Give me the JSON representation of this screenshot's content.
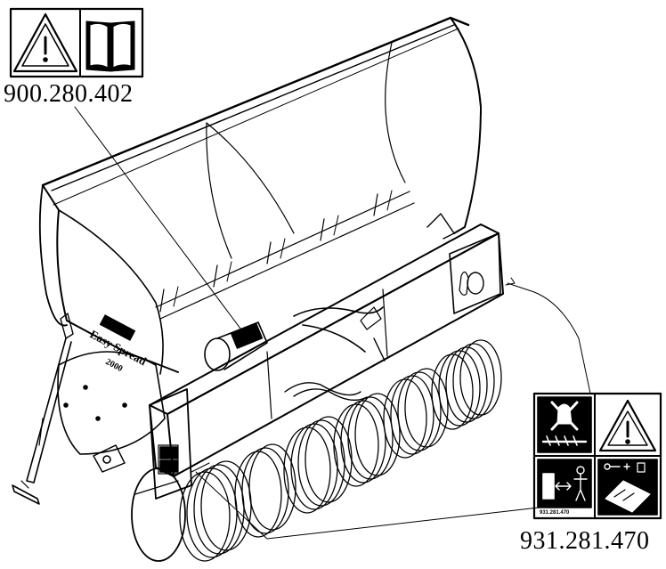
{
  "labels": {
    "top_part_number": "900.280.402",
    "bottom_part_number": "931.281.470"
  },
  "machine": {
    "brand_plate": "Easy Spread",
    "model": "2000"
  },
  "decal_text": {
    "small_code": "931.281.470"
  },
  "icons": {
    "warning": "warning-triangle-icon",
    "manual": "operator-manual-book-icon",
    "no_hands_rotor": "no-hands-rotating-parts-icon",
    "distance": "keep-distance-icon",
    "key_removal": "remove-key-before-maintenance-icon"
  },
  "colors": {
    "line": "#000000",
    "background": "#ffffff"
  }
}
